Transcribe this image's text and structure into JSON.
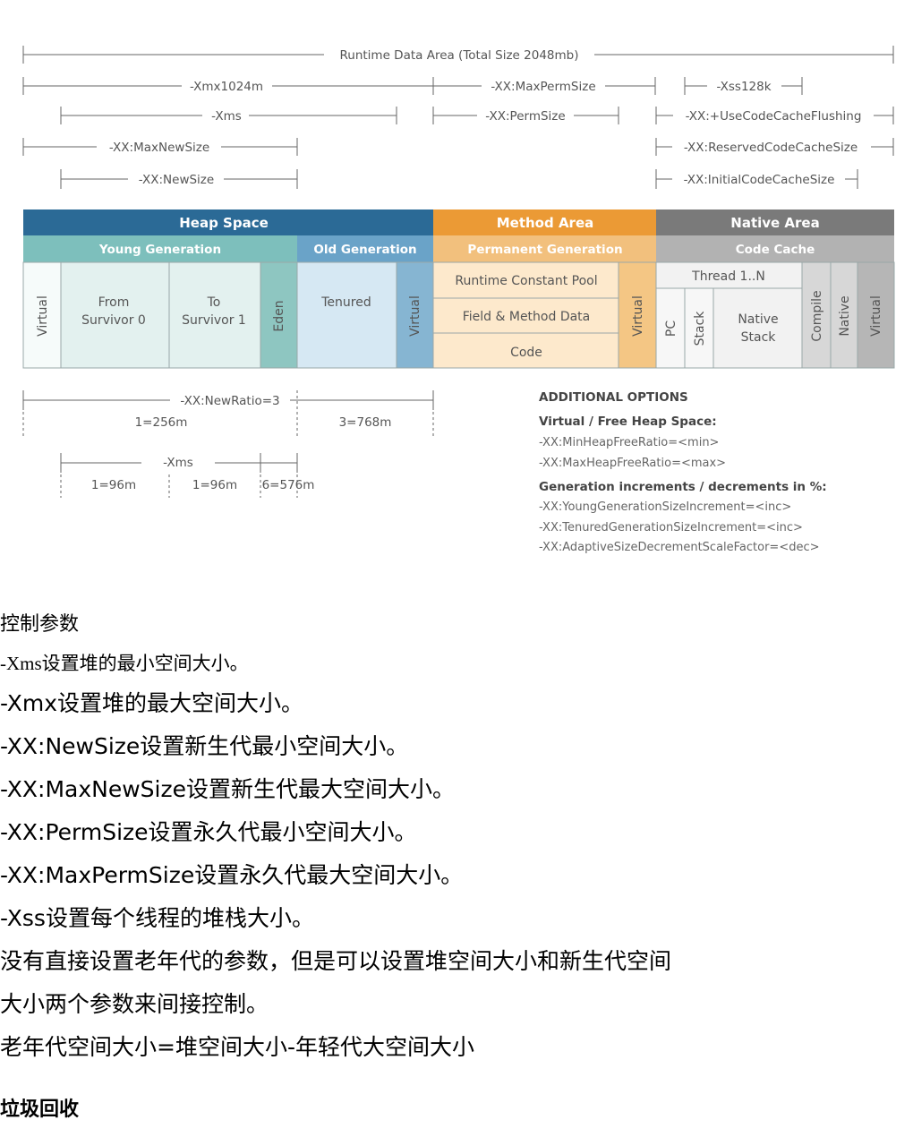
{
  "diagram": {
    "rulers": {
      "runtime": "Runtime Data Area (Total Size 2048mb)",
      "xmx": "-Xmx1024m",
      "maxperm": "-XX:MaxPermSize",
      "xss": "-Xss128k",
      "xms": "-Xms",
      "permsize": "-XX:PermSize",
      "flushing": "-XX:+UseCodeCacheFlushing",
      "maxnew": "-XX:MaxNewSize",
      "reserved": "-XX:ReservedCodeCacheSize",
      "newsize": "-XX:NewSize",
      "initial": "-XX:InitialCodeCacheSize"
    },
    "headers": {
      "heap": "Heap Space",
      "method": "Method Area",
      "native": "Native Area",
      "young": "Young Generation",
      "old": "Old Generation",
      "perm": "Permanent Generation",
      "codecache": "Code Cache"
    },
    "cells": {
      "virtual": "Virtual",
      "from": [
        "From",
        "Survivor 0"
      ],
      "to": [
        "To",
        "Survivor 1"
      ],
      "eden": "Eden",
      "tenured": "Tenured",
      "rcp": "Runtime Constant Pool",
      "fmd": "Field & Method Data",
      "code": "Code",
      "thread": "Thread 1..N",
      "pc": "PC",
      "stack": "Stack",
      "nativestack": [
        "Native",
        "Stack"
      ],
      "compile": "Compile",
      "native": "Native"
    },
    "ratios": {
      "newratio": "-XX:NewRatio=3",
      "r1": "1=256m",
      "r3": "3=768m",
      "xms": "-Xms",
      "a": "1=96m",
      "b": "1=96m",
      "c": "6=576m"
    },
    "options": {
      "title": "ADDITIONAL OPTIONS",
      "virtual_title": "Virtual / Free Heap Space:",
      "min": "-XX:MinHeapFreeRatio=<min>",
      "max": "-XX:MaxHeapFreeRatio=<max>",
      "gen_title": "Generation increments / decrements in %:",
      "young": "-XX:YoungGenerationSizeIncrement=<inc>",
      "tenured": "-XX:TenuredGenerationSizeIncrement=<inc>",
      "adaptive": "-XX:AdaptiveSizeDecrementScaleFactor=<dec>"
    },
    "colors": {
      "heap": "#2b6a96",
      "method": "#eb9a35",
      "native": "#7a7a7a",
      "young_sub": "#7dbfbc",
      "old_sub": "#6aa3c8",
      "perm_sub": "#f2c07d",
      "code_sub": "#b2b2b2"
    }
  },
  "notes": {
    "heading": "控制参数",
    "line_xms": "-Xms设置堆的最小空间大小。",
    "line_xmx": "-Xmx设置堆的最大空间大小。",
    "line_newsize": "-XX:NewSize设置新生代最小空间大小。",
    "line_maxnewsize": "-XX:MaxNewSize设置新生代最大空间大小。",
    "line_permsize": "-XX:PermSize设置永久代最小空间大小。",
    "line_maxpermsize": "-XX:MaxPermSize设置永久代最大空间大小。",
    "line_xss": "-Xss设置每个线程的堆栈大小。",
    "line_old1": "没有直接设置老年代的参数，但是可以设置堆空间大小和新生代空间",
    "line_old2": "大小两个参数来间接控制。",
    "line_formula": "老年代空间大小=堆空间大小-年轻代大空间大小",
    "gc_heading": "垃圾回收"
  }
}
